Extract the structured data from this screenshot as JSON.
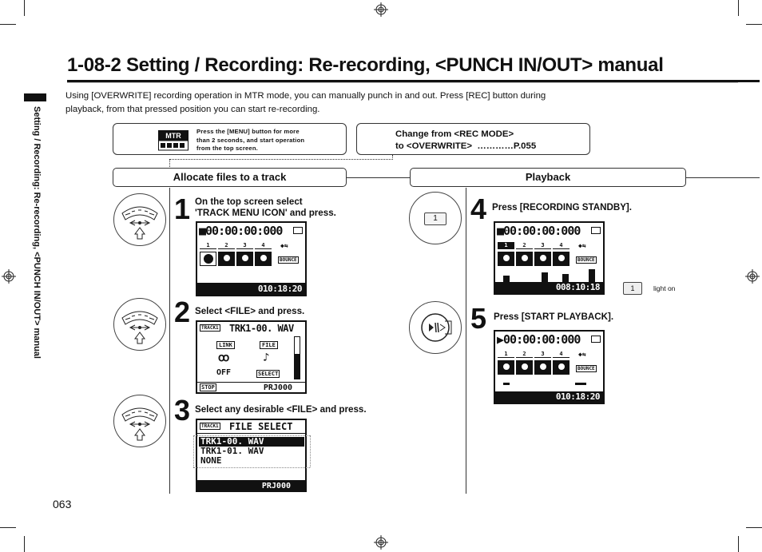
{
  "side_tab": "Setting / Recording: Re-recording, <PUNCH IN/OUT> manual",
  "title": {
    "number": "1-08-2",
    "text": "Setting / Recording: Re-recording, <PUNCH IN/OUT> manual"
  },
  "intro": "Using [OVERWRITE] recording operation in MTR mode, you can manually punch in and out. Press [REC] button during playback, from that pressed position you can start re-recording.",
  "mtr_box": {
    "icon_label": "MTR",
    "text": "Press the [MENU] button for more than 2 seconds, and start operation from the top screen."
  },
  "overwrite_box": {
    "line1": "Change from <REC MODE>",
    "line2": "to <OVERWRITE>  …………P.055"
  },
  "sections": {
    "left": "Allocate files to a track",
    "right": "Playback"
  },
  "steps": [
    {
      "num": "1",
      "text": "On the top screen select\n'TRACK MENU ICON' and press."
    },
    {
      "num": "2",
      "text": "Select <FILE> and press."
    },
    {
      "num": "3",
      "text": "Select any desirable <FILE> and press."
    },
    {
      "num": "4",
      "text": "Press [RECORDING STANDBY]."
    },
    {
      "num": "5",
      "text": "Press [START PLAYBACK]."
    }
  ],
  "screens": {
    "s1": {
      "time": "00:00:00:000",
      "tracks": [
        "1",
        "2",
        "3",
        "4"
      ],
      "bounce": "BOUNCE",
      "remain": "010:18:20"
    },
    "s2": {
      "header": "TRACK1",
      "file": "TRK1-00. WAV",
      "link": "LINK",
      "file_tab": "FILE",
      "off": "OFF",
      "select": "SELECT",
      "stop": "STOP",
      "project": "PRJ000"
    },
    "s3": {
      "header": "TRACK1",
      "title": "FILE SELECT",
      "items": [
        "TRK1-00. WAV",
        "TRK1-01. WAV",
        "NONE"
      ],
      "project": "PRJ000"
    },
    "s4": {
      "time": "00:00:00:000",
      "tracks": [
        "1",
        "2",
        "3",
        "4"
      ],
      "bounce": "BOUNCE",
      "remain": "008:10:18"
    },
    "s5": {
      "time": "00:00:00:000",
      "tracks": [
        "1",
        "2",
        "3",
        "4"
      ],
      "bounce": "BOUNCE",
      "remain": "010:18:20"
    }
  },
  "buttons": {
    "track_key": "1"
  },
  "light_note": {
    "key": "1",
    "label": "light on"
  },
  "page_number": "063",
  "colors": {
    "ink": "#111111",
    "lcd_bg": "#ffffff"
  }
}
